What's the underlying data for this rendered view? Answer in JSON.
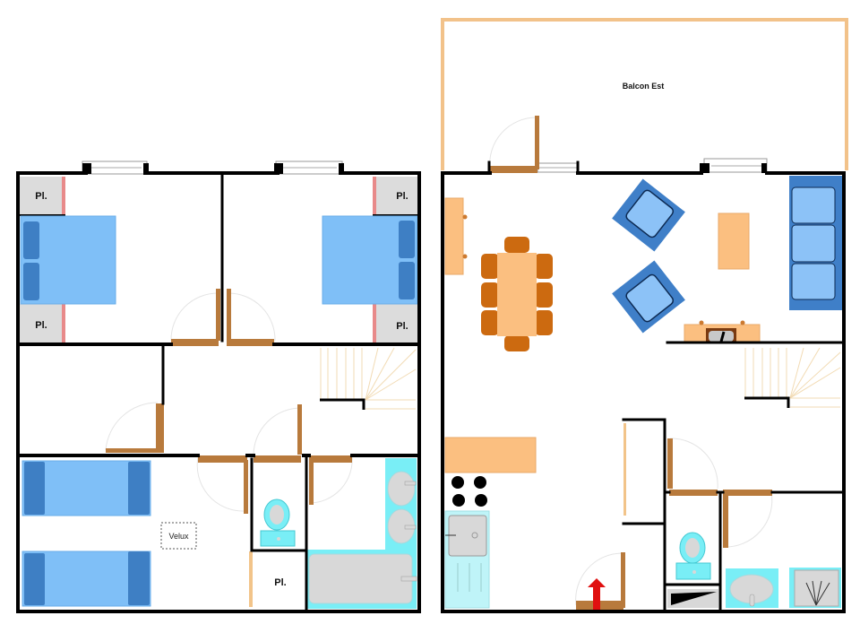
{
  "plan": {
    "left_floor": {
      "storage_labels": [
        "Pl.",
        "Pl.",
        "Pl.",
        "Pl.",
        "Pl."
      ],
      "skylight_label": "Velux"
    },
    "right_floor": {
      "balcony_label": "Balcon Est"
    }
  },
  "colors": {
    "wall": "#000000",
    "door": "#b87a3c",
    "door_light": "#f2c48a",
    "bed": "#7fbff7",
    "bed_pillow": "#3e7fc4",
    "storage": "#dcdcdc",
    "storage_edge": "#e88a8a",
    "sanitary": "#79eef6",
    "sanitary_fill": "#d8d8d8",
    "furniture": "#fbbf80",
    "chair": "#cc6a10",
    "sofa": "#3f7fc8",
    "sofa_cushion": "#8cc2f7",
    "balcony": "#f2c28a",
    "entry_arrow": "#e01010"
  }
}
